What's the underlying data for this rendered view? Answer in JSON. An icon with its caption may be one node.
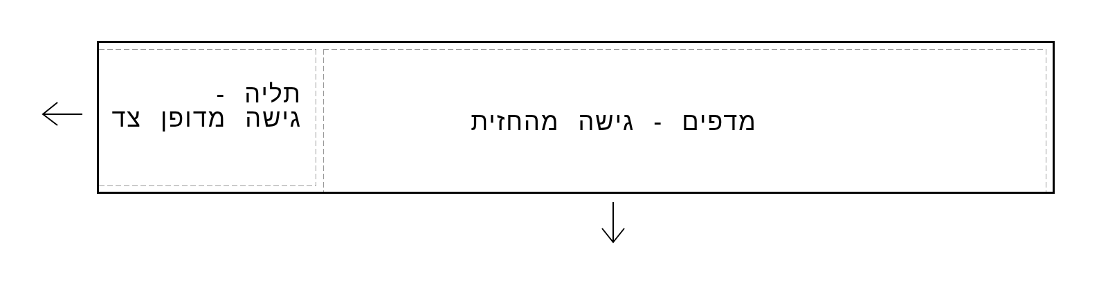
{
  "diagram": {
    "nodes": [
      {
        "text": [],
        "shape": "box"
      },
      {
        "text": [
          "מדפים - גישה מהחזית"
        ],
        "in": 0
      },
      {
        "text": [
          "תליה -",
          "גישה מדופן צד"
        ],
        "in": 0
      }
    ]
  }
}
